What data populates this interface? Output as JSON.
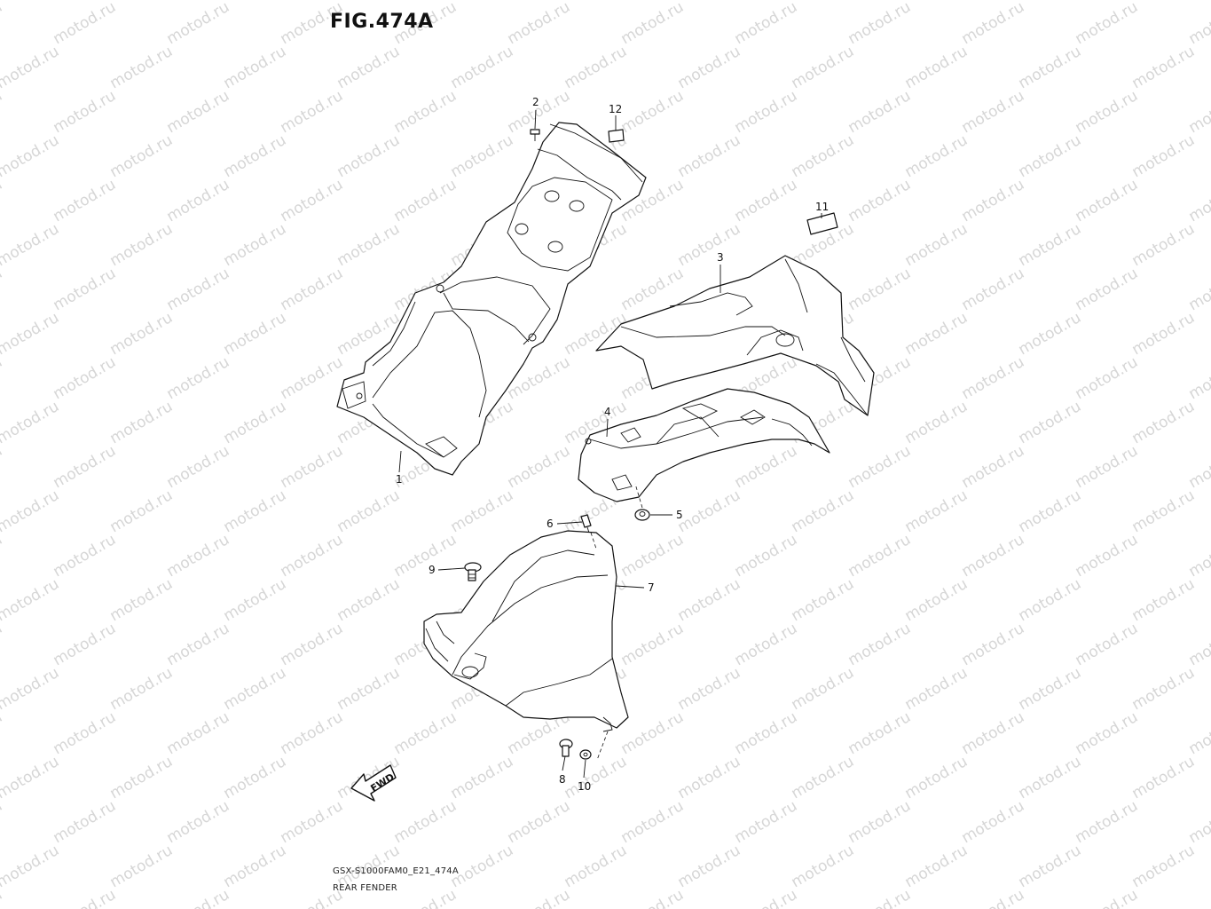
{
  "figure": {
    "title": "FIG.474A",
    "model_code": "GSX-S1000FAM0_E21_474A",
    "section_name": "REAR FENDER",
    "watermark": "motod.ru",
    "fwd_label": "FWD"
  },
  "callouts": [
    {
      "id": "1",
      "label": "1"
    },
    {
      "id": "2",
      "label": "2"
    },
    {
      "id": "3",
      "label": "3"
    },
    {
      "id": "4",
      "label": "4"
    },
    {
      "id": "5",
      "label": "5"
    },
    {
      "id": "6",
      "label": "6"
    },
    {
      "id": "7",
      "label": "7"
    },
    {
      "id": "8",
      "label": "8"
    },
    {
      "id": "9",
      "label": "9"
    },
    {
      "id": "10",
      "label": "10"
    },
    {
      "id": "11",
      "label": "11"
    },
    {
      "id": "12",
      "label": "12"
    }
  ]
}
